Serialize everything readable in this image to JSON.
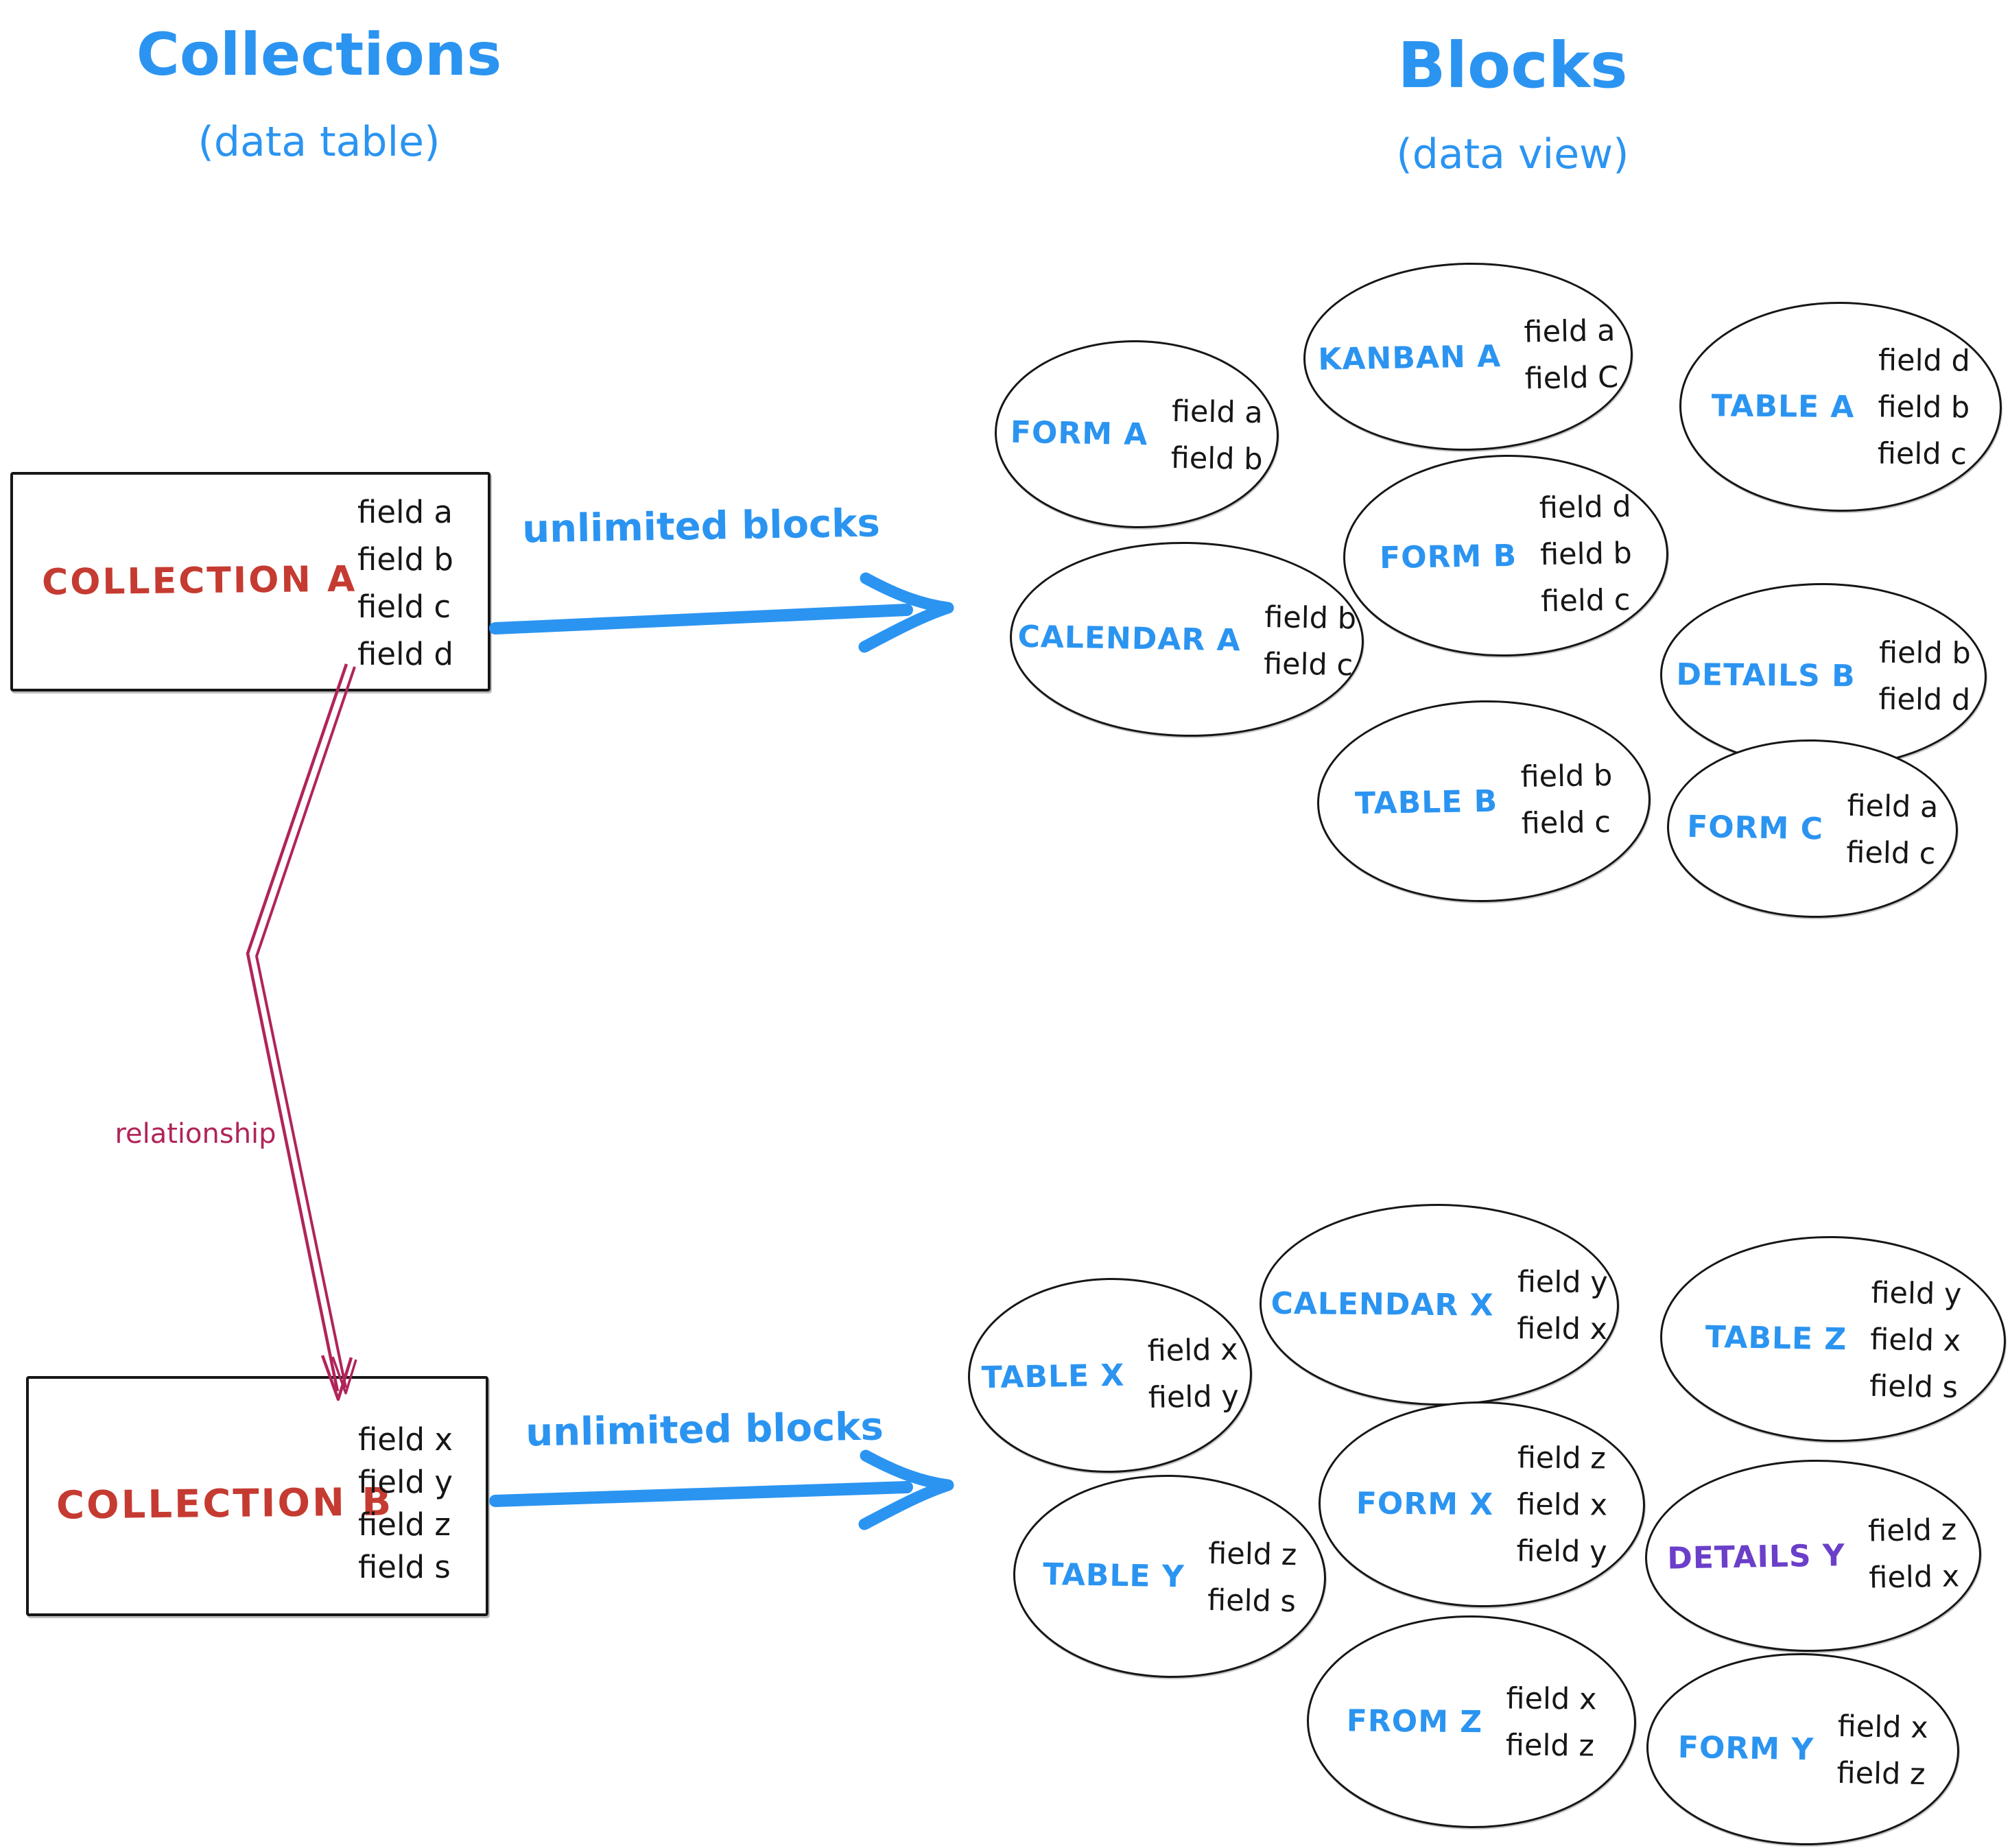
{
  "colors": {
    "blue": "#2b94f1",
    "red": "#c53b31",
    "crimson": "#b0245a",
    "purple": "#6b3fc9",
    "ink": "#161616"
  },
  "collections": {
    "title": "Collections",
    "subtitle": "(data table)",
    "a": {
      "name": "COLLECTION A",
      "fields": [
        "field a",
        "field b",
        "field c",
        "field d"
      ]
    },
    "b": {
      "name": "COLLECTION B",
      "fields": [
        "field x",
        "field y",
        "field z",
        "field s"
      ]
    },
    "relationship_label": "relationship",
    "arrow_a_label": "unlimited blocks",
    "arrow_b_label": "unlimited blocks"
  },
  "blocks": {
    "title": "Blocks",
    "subtitle": "(data view)",
    "group_a": [
      {
        "label": "FORM A",
        "fields": [
          "field a",
          "field b"
        ]
      },
      {
        "label": "KANBAN A",
        "fields": [
          "field a",
          "field C"
        ]
      },
      {
        "label": "TABLE A",
        "fields": [
          "field d",
          "field b",
          "field c"
        ]
      },
      {
        "label": "FORM B",
        "fields": [
          "field d",
          "field b",
          "field c"
        ]
      },
      {
        "label": "CALENDAR A",
        "fields": [
          "field b",
          "field c"
        ]
      },
      {
        "label": "DETAILS B",
        "fields": [
          "field b",
          "field d"
        ]
      },
      {
        "label": "TABLE B",
        "fields": [
          "field b",
          "field c"
        ]
      },
      {
        "label": "FORM C",
        "fields": [
          "field a",
          "field c"
        ]
      }
    ],
    "group_b": [
      {
        "label": "TABLE X",
        "fields": [
          "field x",
          "field y"
        ]
      },
      {
        "label": "CALENDAR X",
        "fields": [
          "field y",
          "field x"
        ]
      },
      {
        "label": "TABLE Z",
        "fields": [
          "field y",
          "field x",
          "field s"
        ]
      },
      {
        "label": "FORM X",
        "fields": [
          "field z",
          "field x",
          "field y"
        ]
      },
      {
        "label": "TABLE Y",
        "fields": [
          "field z",
          "field s"
        ]
      },
      {
        "label": "DETAILS Y",
        "fields": [
          "field z",
          "field x"
        ]
      },
      {
        "label": "FROM Z",
        "fields": [
          "field x",
          "field z"
        ]
      },
      {
        "label": "FORM Y",
        "fields": [
          "field x",
          "field z"
        ]
      }
    ]
  }
}
